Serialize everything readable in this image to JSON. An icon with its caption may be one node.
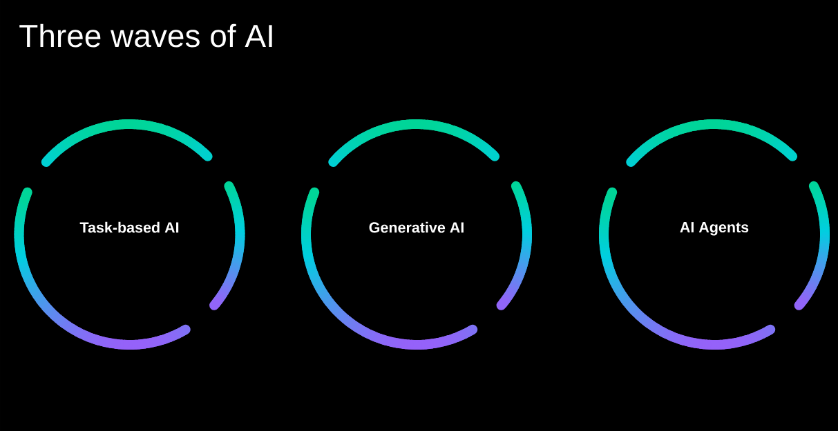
{
  "diagram": {
    "title": "Three waves of AI",
    "nodes": [
      {
        "text": [
          "Task-based AI"
        ]
      },
      {
        "text": [
          "Generative AI"
        ]
      },
      {
        "text": [
          "AI Agents"
        ]
      }
    ]
  }
}
